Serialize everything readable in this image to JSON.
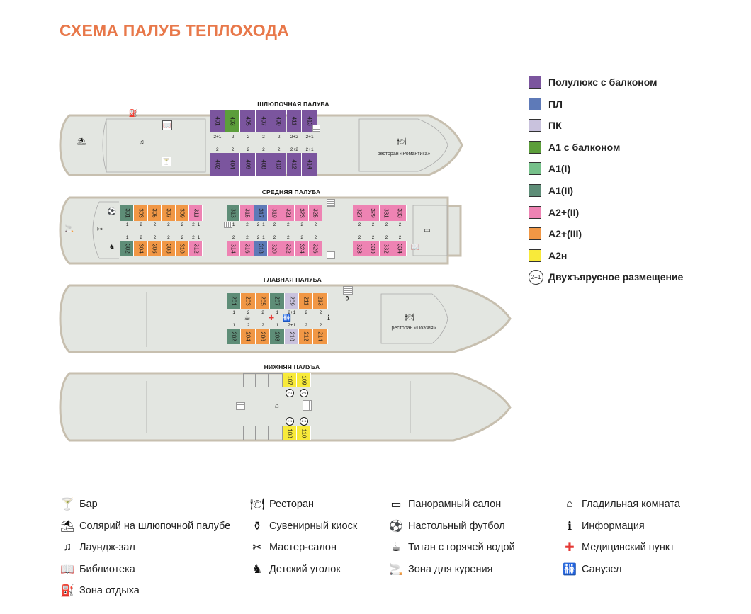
{
  "title": "СХЕМА ПАЛУБ ТЕПЛОХОДА",
  "colors": {
    "title": "#E8784A",
    "hull_fill": "#E3E6E1",
    "hull_stroke": "#C7BFAF",
    "polulux": "#7B559E",
    "pl": "#5E7AB8",
    "pk": "#C9C2DD",
    "a1_balcony": "#5C9E3B",
    "a1_i": "#76C08A",
    "a1_ii": "#5E8D77",
    "a2p_ii": "#EE83B3",
    "a2p_iii": "#F19745",
    "a2n": "#F8EA3A"
  },
  "legend": [
    {
      "label": "Полулюкс с балконом",
      "color": "polulux"
    },
    {
      "label": "ПЛ",
      "color": "pl"
    },
    {
      "label": "ПК",
      "color": "pk"
    },
    {
      "label": "А1 с балконом",
      "color": "a1_balcony"
    },
    {
      "label": "А1(I)",
      "color": "a1_i"
    },
    {
      "label": "А1(II)",
      "color": "a1_ii"
    },
    {
      "label": "А2+(II)",
      "color": "a2p_ii"
    },
    {
      "label": "А2+(III)",
      "color": "a2p_iii"
    },
    {
      "label": "А2н",
      "color": "a2n"
    },
    {
      "label": "Двухъярусное размещение",
      "symbol": "2+1"
    }
  ],
  "decks": [
    {
      "name": "ШЛЮПОЧНАЯ ПАЛУБА",
      "restaurant": "ресторан «Романтика»",
      "top_row": [
        {
          "n": "401",
          "c": "polulux",
          "b": "2+1"
        },
        {
          "n": "403",
          "c": "a1_balcony",
          "b": "2"
        },
        {
          "n": "405",
          "c": "polulux",
          "b": "2"
        },
        {
          "n": "407",
          "c": "polulux",
          "b": "2"
        },
        {
          "n": "409",
          "c": "polulux",
          "b": "2"
        },
        {
          "n": "411",
          "c": "polulux",
          "b": "2+2"
        },
        {
          "n": "413",
          "c": "polulux",
          "b": "2+1"
        }
      ],
      "bottom_row": [
        {
          "n": "402",
          "c": "polulux",
          "b": "2"
        },
        {
          "n": "404",
          "c": "polulux",
          "b": "2"
        },
        {
          "n": "406",
          "c": "polulux",
          "b": "2"
        },
        {
          "n": "408",
          "c": "polulux",
          "b": "2"
        },
        {
          "n": "410",
          "c": "polulux",
          "b": "2"
        },
        {
          "n": "412",
          "c": "polulux",
          "b": "2+2"
        },
        {
          "n": "414",
          "c": "polulux",
          "b": "2+1"
        }
      ]
    },
    {
      "name": "СРЕДНЯЯ ПАЛУБА",
      "groups": [
        {
          "top": [
            {
              "n": "301",
              "c": "a1_ii",
              "b": "1"
            },
            {
              "n": "303",
              "c": "a2p_iii",
              "b": "2"
            },
            {
              "n": "305",
              "c": "a2p_iii",
              "b": "2"
            },
            {
              "n": "307",
              "c": "a2p_iii",
              "b": "2"
            },
            {
              "n": "309",
              "c": "a2p_iii",
              "b": "2"
            },
            {
              "n": "311",
              "c": "a2p_ii",
              "b": "2+1"
            }
          ],
          "bottom": [
            {
              "n": "302",
              "c": "a1_ii",
              "b": "1"
            },
            {
              "n": "304",
              "c": "a2p_iii",
              "b": "2"
            },
            {
              "n": "306",
              "c": "a2p_iii",
              "b": "2"
            },
            {
              "n": "308",
              "c": "a2p_iii",
              "b": "2"
            },
            {
              "n": "310",
              "c": "a2p_iii",
              "b": "2"
            },
            {
              "n": "312",
              "c": "a2p_ii",
              "b": "2+1"
            }
          ]
        },
        {
          "top": [
            {
              "n": "313",
              "c": "a1_ii",
              "b": "1"
            },
            {
              "n": "315",
              "c": "a2p_ii",
              "b": "2"
            },
            {
              "n": "317",
              "c": "pl",
              "b": "2+1"
            },
            {
              "n": "319",
              "c": "a2p_ii",
              "b": "2"
            },
            {
              "n": "321",
              "c": "a2p_ii",
              "b": "2"
            },
            {
              "n": "323",
              "c": "a2p_ii",
              "b": "2"
            },
            {
              "n": "325",
              "c": "a2p_ii",
              "b": "2"
            }
          ],
          "bottom": [
            {
              "n": "314",
              "c": "a2p_ii",
              "b": "2"
            },
            {
              "n": "316",
              "c": "a2p_ii",
              "b": "2"
            },
            {
              "n": "318",
              "c": "pl",
              "b": "2+1"
            },
            {
              "n": "320",
              "c": "a2p_ii",
              "b": "2"
            },
            {
              "n": "322",
              "c": "a2p_ii",
              "b": "2"
            },
            {
              "n": "324",
              "c": "a2p_ii",
              "b": "2"
            },
            {
              "n": "326",
              "c": "a2p_ii",
              "b": "2"
            }
          ]
        },
        {
          "top": [
            {
              "n": "327",
              "c": "a2p_ii",
              "b": "2"
            },
            {
              "n": "329",
              "c": "a2p_ii",
              "b": "2"
            },
            {
              "n": "331",
              "c": "a2p_ii",
              "b": "2"
            },
            {
              "n": "333",
              "c": "a2p_ii",
              "b": "2"
            }
          ],
          "bottom": [
            {
              "n": "328",
              "c": "a2p_ii",
              "b": "2"
            },
            {
              "n": "330",
              "c": "a2p_ii",
              "b": "2"
            },
            {
              "n": "332",
              "c": "a2p_ii",
              "b": "2"
            },
            {
              "n": "334",
              "c": "a2p_ii",
              "b": "2"
            }
          ]
        }
      ]
    },
    {
      "name": "ГЛАВНАЯ ПАЛУБА",
      "restaurant": "ресторан «Поэзия»",
      "top_row": [
        {
          "n": "201",
          "c": "a1_ii",
          "b": "1"
        },
        {
          "n": "203",
          "c": "a2p_iii",
          "b": "2"
        },
        {
          "n": "205",
          "c": "a2p_iii",
          "b": "2"
        },
        {
          "n": "207",
          "c": "a1_ii",
          "b": "1"
        },
        {
          "n": "209",
          "c": "pk",
          "b": "2+1"
        },
        {
          "n": "211",
          "c": "a2p_iii",
          "b": "2"
        },
        {
          "n": "213",
          "c": "a2p_iii",
          "b": "2"
        }
      ],
      "bottom_row": [
        {
          "n": "202",
          "c": "a1_ii",
          "b": "1"
        },
        {
          "n": "204",
          "c": "a2p_iii",
          "b": "2"
        },
        {
          "n": "206",
          "c": "a2p_iii",
          "b": "2"
        },
        {
          "n": "208",
          "c": "a1_ii",
          "b": "1"
        },
        {
          "n": "210",
          "c": "pk",
          "b": "2+1"
        },
        {
          "n": "212",
          "c": "a2p_iii",
          "b": "2"
        },
        {
          "n": "214",
          "c": "a2p_iii",
          "b": "2"
        }
      ]
    },
    {
      "name": "НИЖНЯЯ ПАЛУБА",
      "top_row": [
        {
          "n": "107",
          "c": "a2n",
          "b": "2+1"
        },
        {
          "n": "109",
          "c": "a2n",
          "b": "2+1"
        }
      ],
      "bottom_row": [
        {
          "n": "108",
          "c": "a2n",
          "b": "2+1"
        },
        {
          "n": "110",
          "c": "a2n",
          "b": "2+1"
        }
      ]
    }
  ],
  "symbols": {
    "bar": "martini-glass-icon",
    "restaurant": "plate-cutlery-icon",
    "panorama": "panorama-icon",
    "ironing": "iron-icon"
  },
  "key_items": [
    {
      "label": "Бар",
      "glyph": "🍸",
      "icon": "bar-icon"
    },
    {
      "label": "Солярий на шлюпочной палубе",
      "glyph": "⛱",
      "icon": "sunbed-icon"
    },
    {
      "label": "Лаундж-зал",
      "glyph": "♫",
      "icon": "music-notes-icon"
    },
    {
      "label": "Библиотека",
      "glyph": "📖",
      "icon": "book-icon"
    },
    {
      "label": "Зона отдыха",
      "glyph": "⛽",
      "icon": "bench-icon"
    },
    {
      "label": "Ресторан",
      "glyph": "🍽",
      "icon": "plate-icon"
    },
    {
      "label": "Сувенирный киоск",
      "glyph": "⚱",
      "icon": "nesting-doll-icon"
    },
    {
      "label": "Мастер-салон",
      "glyph": "✂",
      "icon": "scissors-icon"
    },
    {
      "label": "Детский уголок",
      "glyph": "♞",
      "icon": "rocking-horse-icon"
    },
    {
      "label": "Панорамный салон",
      "glyph": "▭",
      "icon": "panorama-icon"
    },
    {
      "label": "Настольный футбол",
      "glyph": "⚽",
      "icon": "football-icon"
    },
    {
      "label": "Титан с горячей водой",
      "glyph": "☕",
      "icon": "hot-water-icon"
    },
    {
      "label": "Зона для курения",
      "glyph": "🚬",
      "icon": "cigarette-icon"
    },
    {
      "label": "Гладильная комната",
      "glyph": "⌂",
      "icon": "iron-icon"
    },
    {
      "label": "Информация",
      "glyph": "ℹ",
      "icon": "info-icon"
    },
    {
      "label": "Медицинский пункт",
      "glyph": "✚",
      "icon": "medical-cross-icon",
      "red": true
    },
    {
      "label": "Санузел",
      "glyph": "🚻",
      "icon": "restroom-icon"
    }
  ]
}
